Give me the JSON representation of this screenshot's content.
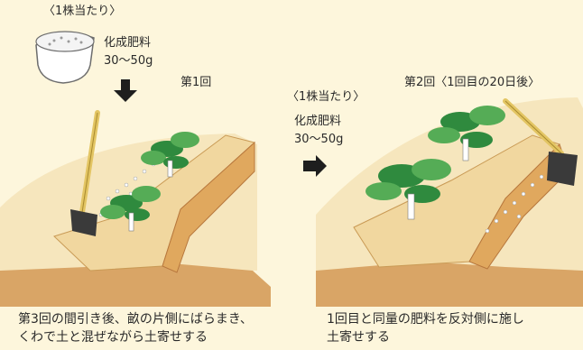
{
  "left": {
    "per_plant": "〈1株当たり〉",
    "fertilizer_name": "化成肥料",
    "fertilizer_amount": "30〜50g",
    "step": "第1回",
    "caption_line1": "第3回の間引き後、畝の片側にばらまき、",
    "caption_line2": "くわで土と混ぜながら土寄せする"
  },
  "right": {
    "per_plant": "〈1株当たり〉",
    "fertilizer_name": "化成肥料",
    "fertilizer_amount": "30〜50g",
    "step": "第2回〈1回目の20日後〉",
    "caption_line1": "1回目と同量の肥料を反対側に施し",
    "caption_line2": "土寄せする"
  },
  "colors": {
    "background": "#fdf6dc",
    "soil": "#d9a566",
    "soil_dark": "#b7773d",
    "ridge": "#f1d79f",
    "leaf": "#2f8a3e",
    "leaf_light": "#55ac56",
    "tool_handle": "#e3c563",
    "tool_blade": "#3a3a3a",
    "arrow": "#1e1e1e"
  },
  "icons": [
    "fertilizer-bowl-icon",
    "down-arrow-icon",
    "right-arrow-icon",
    "hoe-icon",
    "radish-plant-icon"
  ]
}
